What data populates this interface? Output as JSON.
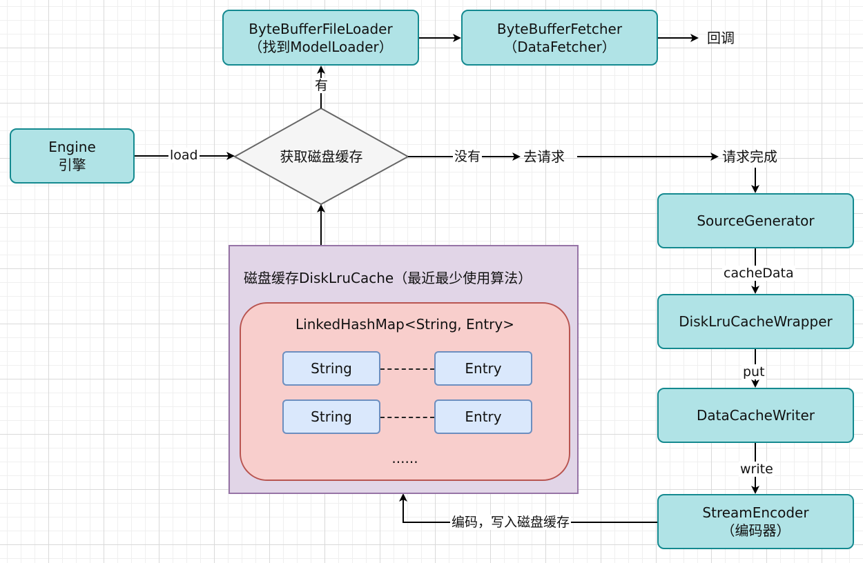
{
  "nodes": {
    "engine": {
      "line1": "Engine",
      "line2": "引擎"
    },
    "file_loader": {
      "line1": "ByteBufferFileLoader",
      "line2": "（找到ModelLoader）"
    },
    "fetcher": {
      "line1": "ByteBufferFetcher",
      "line2": "（DataFetcher）"
    },
    "decision": "获取磁盘缓存",
    "source_generator": "SourceGenerator",
    "wrapper": "DiskLruCacheWrapper",
    "writer": "DataCacheWriter",
    "encoder": {
      "line1": "StreamEncoder",
      "line2": "（编码器）"
    }
  },
  "cache": {
    "title": "磁盘缓存DiskLruCache（最近最少使用算法）",
    "map_title": "LinkedHashMap<String, Entry>",
    "rows": [
      {
        "key": "String",
        "value": "Entry"
      },
      {
        "key": "String",
        "value": "Entry"
      }
    ],
    "ellipsis": "......"
  },
  "labels": {
    "load": "load",
    "yes": "有",
    "no": "没有",
    "go_request": "去请求",
    "callback": "回调",
    "request_done": "请求完成",
    "cache_data": "cacheData",
    "put": "put",
    "write": "write",
    "encode_write": "编码，写入磁盘缓存"
  },
  "colors": {
    "teal_fill": "#b0e3e6",
    "teal_stroke": "#13898f",
    "purple_fill": "#e1d5e7",
    "purple_stroke": "#9673a6",
    "red_fill": "#f8cecc",
    "red_stroke": "#b85450",
    "blue_fill": "#dae8fc",
    "blue_stroke": "#6c8ebf",
    "diamond_fill": "#f5f5f5",
    "diamond_stroke": "#666666"
  }
}
